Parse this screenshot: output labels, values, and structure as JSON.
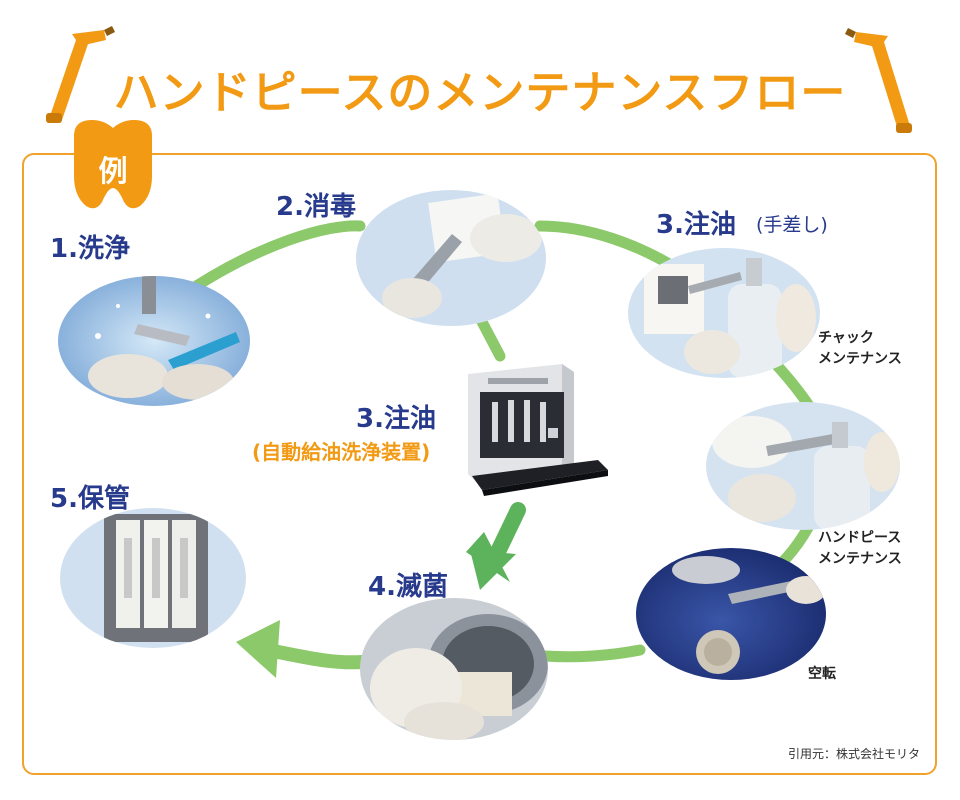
{
  "title": "ハンドピースのメンテナンスフロー",
  "badge": "例",
  "steps": {
    "wash": "1.洗浄",
    "disinfect": "2.消毒",
    "oil_manual": "3.注油",
    "oil_manual_note": "(手差し)",
    "oil_device": "3.注油",
    "oil_device_note": "(自動給油洗浄装置)",
    "sterilize": "4.滅菌",
    "storage": "5.保管"
  },
  "captions": {
    "chuck_line1": "チャック",
    "chuck_line2": "メンテナンス",
    "handpiece_line1": "ハンドピース",
    "handpiece_line2": "メンテナンス",
    "idle": "空転"
  },
  "source": "引用元：株式会社モリタ",
  "colors": {
    "accent_orange": "#f29a14",
    "step_navy": "#273a8c",
    "flow_green": "#8cc96a",
    "arrow_green": "#5db35c"
  }
}
